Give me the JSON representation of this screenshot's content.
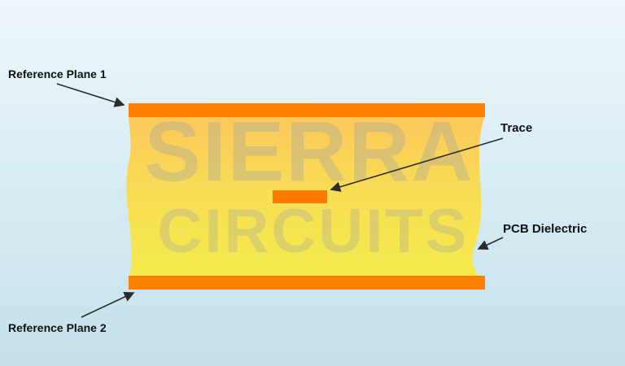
{
  "labels": {
    "reference_plane_1": "Reference Plane 1",
    "reference_plane_2": "Reference Plane 2",
    "trace": "Trace",
    "dielectric": "PCB Dielectric"
  },
  "watermark": {
    "line1": "SIERRA",
    "line2": "CIRCUITS"
  },
  "colors": {
    "reference_plane": "#ff8000",
    "trace": "#ff7a00",
    "dielectric_top": "#fbc85a",
    "dielectric_bottom": "#f6ec4c",
    "watermark": "#9aa0a6",
    "arrow": "#2b2b2b"
  }
}
